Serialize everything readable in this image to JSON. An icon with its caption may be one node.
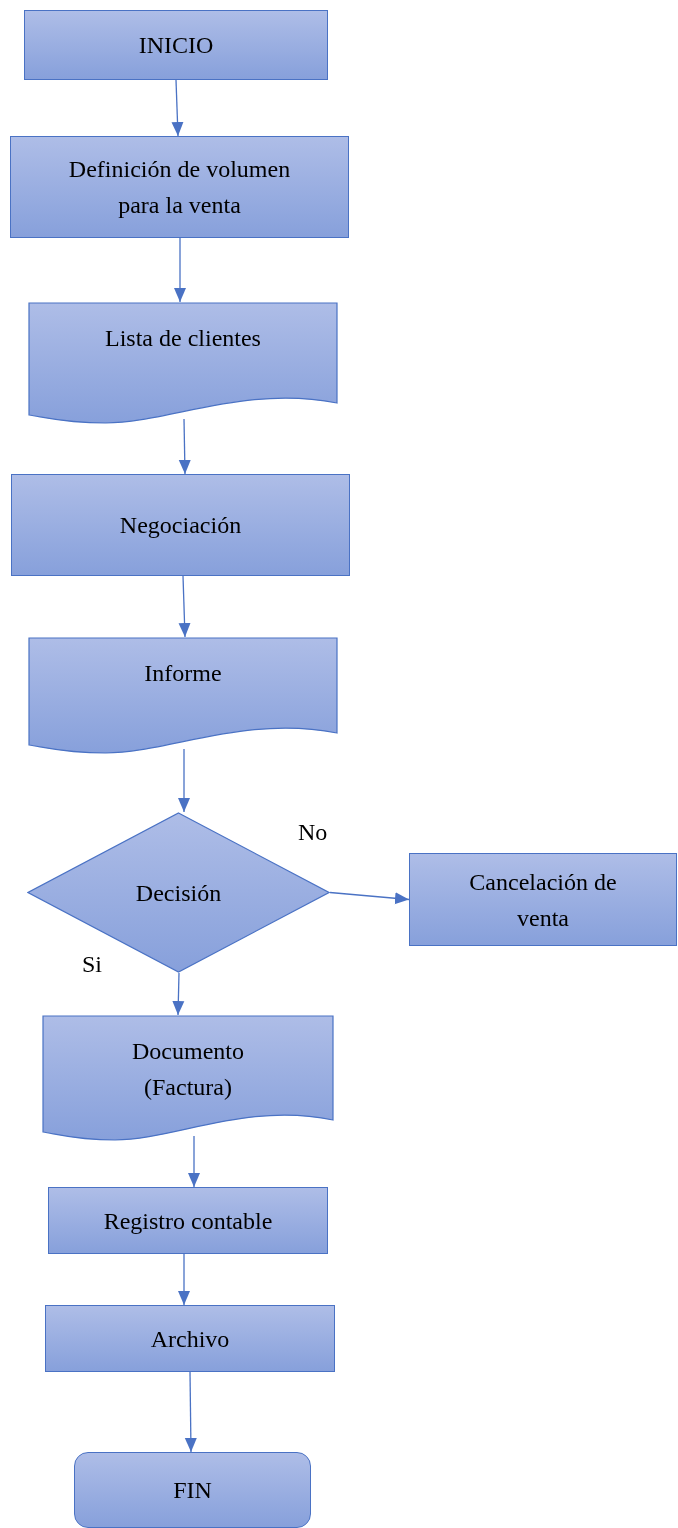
{
  "diagram": {
    "nodes": [
      {
        "text": [
          "INICIO"
        ]
      },
      {
        "text": [
          "Definición de volumen para la venta"
        ]
      },
      {
        "text": [
          "Lista de clientes"
        ]
      },
      {
        "text": [
          "Negociación"
        ]
      },
      {
        "text": [
          "Informe"
        ]
      },
      {
        "text": [
          "Decisión"
        ]
      },
      {
        "text": [
          "Cancelación de venta"
        ]
      },
      {
        "text": [
          "Documento (Factura)"
        ]
      },
      {
        "text": [
          "Registro contable"
        ]
      },
      {
        "text": [
          "Archivo"
        ]
      },
      {
        "text": [
          "FIN"
        ]
      }
    ],
    "edges": [
      {
        "from": 0,
        "to": 1,
        "arrow": "to"
      },
      {
        "from": 1,
        "to": 2,
        "arrow": "to"
      },
      {
        "from": 2,
        "to": 3,
        "arrow": "to"
      },
      {
        "from": 3,
        "to": 4,
        "arrow": "to"
      },
      {
        "from": 4,
        "to": 5,
        "arrow": "to"
      },
      {
        "from": 5,
        "to": 6,
        "arrow": "to",
        "label": "No"
      },
      {
        "from": 5,
        "to": 7,
        "arrow": "to",
        "label": "Si"
      },
      {
        "from": 7,
        "to": 8,
        "arrow": "to"
      },
      {
        "from": 8,
        "to": 9,
        "arrow": "to"
      },
      {
        "from": 9,
        "to": 10,
        "arrow": "to"
      }
    ]
  }
}
